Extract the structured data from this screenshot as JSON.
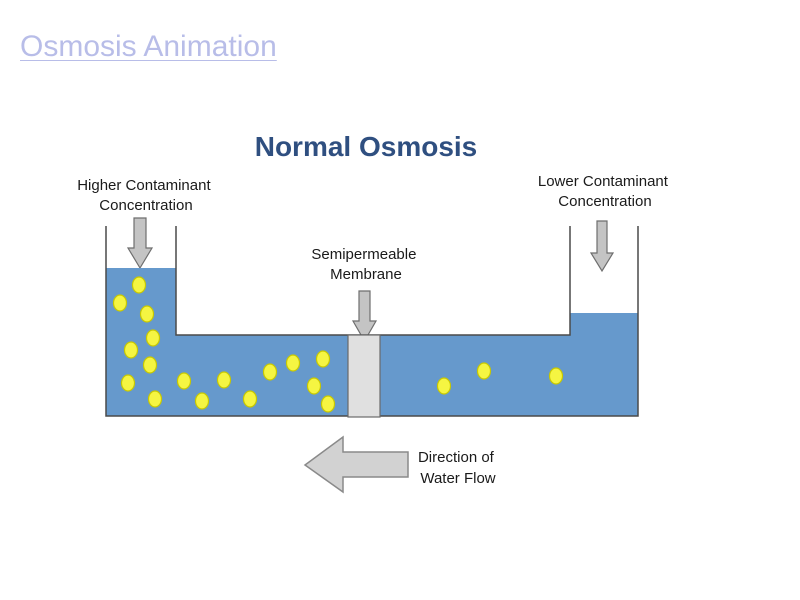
{
  "slide": {
    "title": "Osmosis Animation"
  },
  "diagram": {
    "heading": "Normal Osmosis",
    "left_label": [
      "Higher Contaminant",
      "Concentration"
    ],
    "right_label": [
      "Lower Contaminant",
      "Concentration"
    ],
    "membrane_label": [
      "Semipermeable",
      "Membrane"
    ],
    "flow_label": [
      "Direction of",
      "Water Flow"
    ],
    "flow_direction": "left",
    "particle_counts": {
      "left_side": 17,
      "right_side": 3
    },
    "colors": {
      "water": "#6699cc",
      "particle": "#f5f542",
      "particle_stroke": "#c8c800",
      "membrane": "#e0e0e0",
      "arrow": "#c8c8c8",
      "heading": "#2f4f80",
      "title_link": "#b8bde8"
    }
  }
}
